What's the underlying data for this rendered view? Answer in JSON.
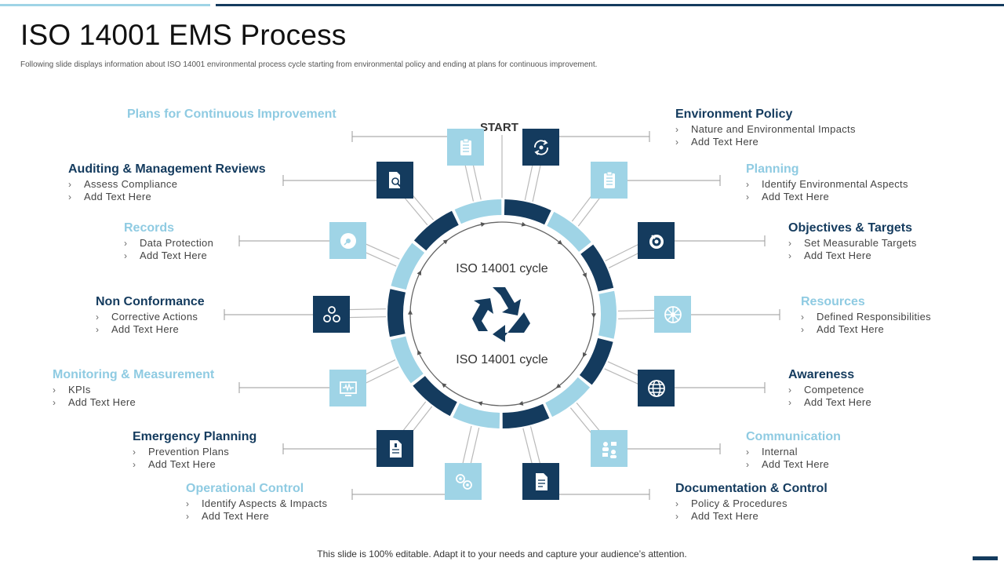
{
  "slide": {
    "title": "ISO 14001 EMS Process",
    "subtitle": "Following slide displays information about ISO 14001 environmental process cycle starting from environmental policy and ending at plans for continuous improvement.",
    "footer": "This slide is 100% editable. Adapt it to your needs and capture your audience’s attention.",
    "start_label": "START",
    "center_top": "ISO 14001 cycle",
    "center_bottom": "ISO 14001 cycle"
  },
  "colors": {
    "dark": "#143b5e",
    "light": "#9fd4e6",
    "light_text": "#8fcbe2"
  },
  "steps": {
    "environment_policy": {
      "title": "Environment Policy",
      "bullets": [
        "Nature and Environmental  Impacts",
        "Add Text Here"
      ],
      "icon": "recycle-arrows-icon"
    },
    "planning": {
      "title": "Planning",
      "bullets": [
        "Identify Environmental  Aspects",
        "Add Text Here"
      ],
      "icon": "clipboard-icon"
    },
    "objectives_targets": {
      "title": "Objectives & Targets",
      "bullets": [
        "Set Measurable Targets",
        "Add Text Here"
      ],
      "icon": "target-icon"
    },
    "resources": {
      "title": "Resources",
      "bullets": [
        "Defined Responsibilities",
        "Add Text Here"
      ],
      "icon": "network-icon"
    },
    "awareness": {
      "title": "Awareness",
      "bullets": [
        "Competence",
        "Add Text Here"
      ],
      "icon": "globe-icon"
    },
    "communication": {
      "title": "Communication",
      "bullets": [
        "Internal",
        "Add Text Here"
      ],
      "icon": "people-exchange-icon"
    },
    "documentation_control": {
      "title": "Documentation & Control",
      "bullets": [
        "Policy & Procedures",
        "Add Text Here"
      ],
      "icon": "document-icon"
    },
    "operational_control": {
      "title": "Operational Control",
      "bullets": [
        "Identify Aspects & Impacts",
        "Add Text Here"
      ],
      "icon": "gears-people-icon"
    },
    "emergency_planning": {
      "title": "Emergency Planning",
      "bullets": [
        "Prevention  Plans",
        "Add Text Here"
      ],
      "icon": "emergency-document-icon"
    },
    "monitoring_measurement": {
      "title": "Monitoring & Measurement",
      "bullets": [
        "KPIs",
        "Add Text Here"
      ],
      "icon": "monitor-waveform-icon"
    },
    "non_conformance": {
      "title": "Non Conformance",
      "bullets": [
        "Corrective  Actions",
        "Add Text Here"
      ],
      "icon": "circles-icon"
    },
    "records": {
      "title": "Records",
      "bullets": [
        "Data Protection",
        "Add Text Here"
      ],
      "icon": "disc-icon"
    },
    "auditing_reviews": {
      "title": "Auditing & Management Reviews",
      "bullets": [
        "Assess Compliance",
        "Add Text Here"
      ],
      "icon": "audit-search-icon"
    },
    "plans_improvement": {
      "title": "Plans for Continuous Improvement",
      "bullets": [],
      "icon": "checklist-icon"
    }
  }
}
